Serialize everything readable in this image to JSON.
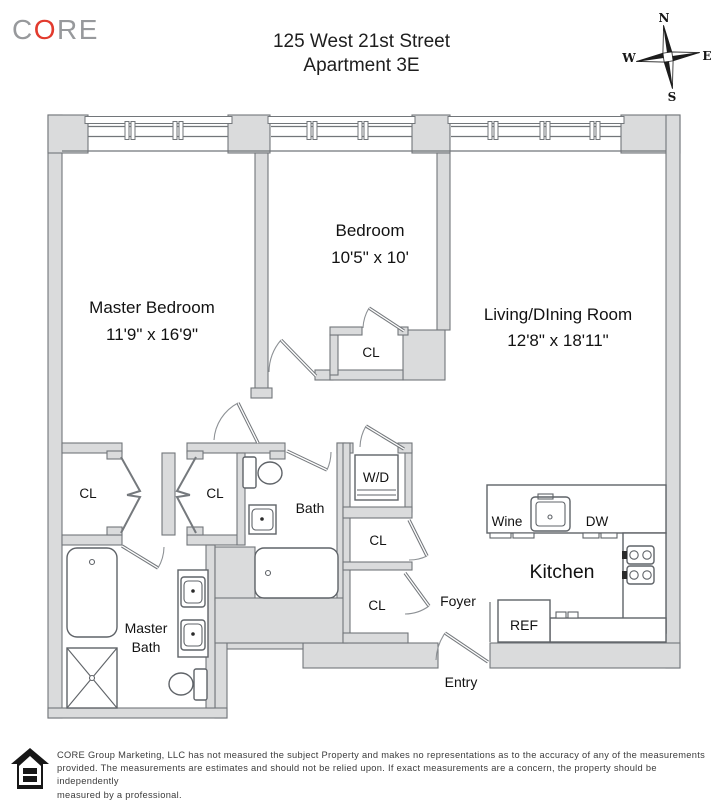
{
  "brand": {
    "part1": "C",
    "accent": "O",
    "part2": "RE"
  },
  "header": {
    "line1": "125 West 21st Street",
    "line2": "Apartment 3E"
  },
  "compass": {
    "north": "N",
    "south": "S",
    "east": "E",
    "west": "W"
  },
  "rooms": {
    "master_bedroom": {
      "name": "Master Bedroom",
      "dims": "11'9\" x 16'9\""
    },
    "bedroom": {
      "name": "Bedroom",
      "dims": "10'5\" x 10'"
    },
    "living_dining": {
      "name": "Living/DIning Room",
      "dims": "12'8\" x 18'11\""
    },
    "kitchen": {
      "name": "Kitchen"
    },
    "bath": {
      "name": "Bath"
    },
    "master_bath": {
      "line1": "Master",
      "line2": "Bath"
    },
    "foyer": {
      "name": "Foyer"
    },
    "entry": {
      "name": "Entry"
    }
  },
  "closets": {
    "master_left": "CL",
    "master_right": "CL",
    "bedroom": "CL",
    "hall_upper": "CL",
    "hall_lower": "CL"
  },
  "appliances": {
    "washer_dryer": "W/D",
    "wine": "Wine",
    "dishwasher": "DW",
    "refrigerator": "REF"
  },
  "footer": {
    "lines": [
      "CORE Group Marketing, LLC has not measured the subject Property and makes no representations as to the accuracy of any of the measurements",
      "provided. The measurements are estimates and should not be relied upon. If exact measurements are a concern, the property should be independently",
      "measured by a professional."
    ]
  },
  "colors": {
    "wall_fill": "#dadbdc",
    "wall_stroke": "#72767a",
    "fixture_stroke": "#5f6368",
    "logo_gray": "#97999c",
    "logo_red": "#e23b2e"
  }
}
